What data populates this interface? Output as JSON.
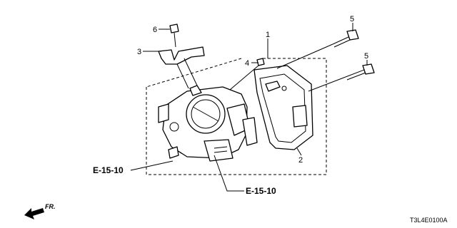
{
  "diagram": {
    "callouts": {
      "c1": "1",
      "c2": "2",
      "c3": "3",
      "c4": "4",
      "c5a": "5",
      "c5b": "5",
      "c6": "6"
    },
    "references": {
      "ref_left": "E-15-10",
      "ref_bottom": "E-15-10"
    },
    "direction_label": "FR.",
    "diagram_code": "T3L4E0100A"
  }
}
